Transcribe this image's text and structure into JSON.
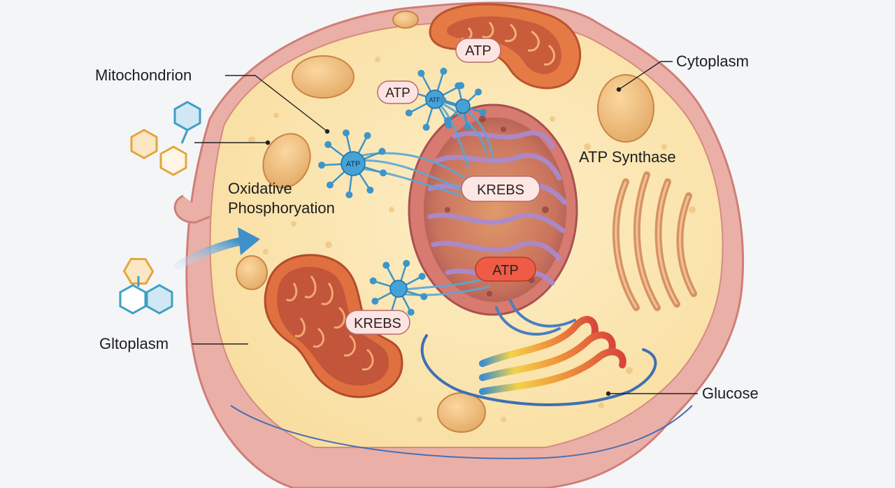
{
  "labels": {
    "mitochondrion": "Mitochondrion",
    "cytoplasm": "Cytoplasm",
    "oxidative_line1": "Oxidative",
    "oxidative_line2": "Phosphoryation",
    "atp_synthase": "ATP Synthase",
    "gltoplasm": "Gltoplasm",
    "glucose": "Glucose"
  },
  "badges": {
    "atp_top": "ATP",
    "atp_left": "ATP",
    "atp_center": "ATP",
    "krebs_center": "KREBS",
    "krebs_left": "KREBS"
  },
  "hub_labels": {
    "hub_small": "ATP",
    "hub_left": "ATP"
  },
  "colors": {
    "membrane": "#e9a5a0",
    "cytoplasm_fill": "#fbe6b0",
    "mitochondrion_outer": "#d9683d",
    "nucleus_fill": "#c56b6b",
    "cristae": "#a287c8",
    "atp_blue": "#3d95c9",
    "arrow_blue": "#3f8fca",
    "molecule_orange": "#e3a63e",
    "molecule_blue": "#3e9fc3"
  }
}
